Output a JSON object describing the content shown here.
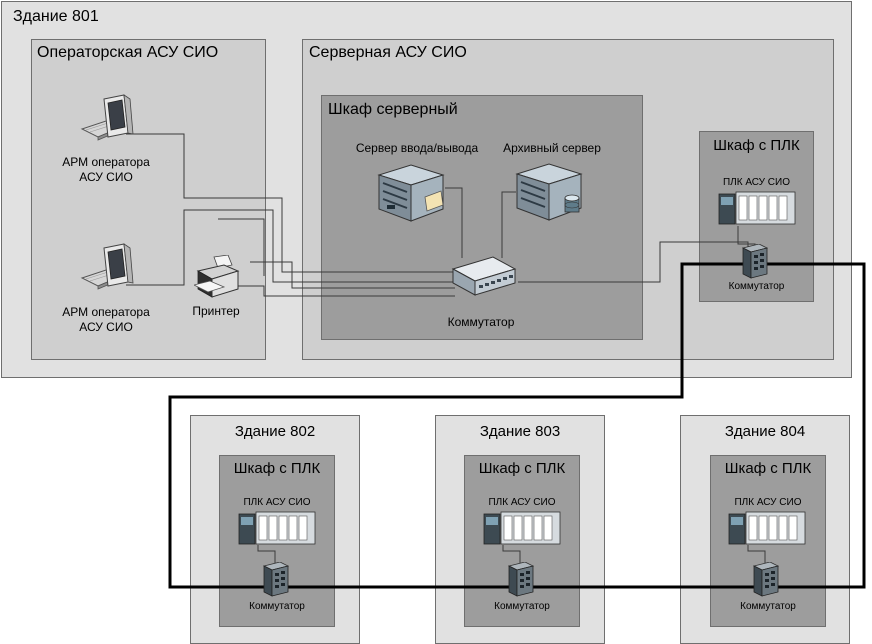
{
  "building_801": {
    "title": "Здание 801",
    "operator_room": {
      "title": "Операторская АСУ СИО",
      "workstation_1": [
        "АРМ оператора",
        "АСУ СИО"
      ],
      "workstation_2": [
        "АРМ оператора",
        "АСУ СИО"
      ],
      "printer": "Принтер"
    },
    "server_room": {
      "title": "Серверная АСУ СИО",
      "server_cabinet": {
        "title": "Шкаф серверный",
        "io_server": "Сервер ввода/вывода",
        "archive_server": "Архивный сервер",
        "switch": "Коммутатор"
      },
      "plc_cabinet": {
        "title": "Шкаф с ПЛК",
        "plc": "ПЛК АСУ СИО",
        "switch": "Коммутатор"
      }
    }
  },
  "remote_buildings": [
    {
      "title": "Здание 802",
      "cabinet": "Шкаф с ПЛК",
      "plc": "ПЛК АСУ СИО",
      "switch": "Коммутатор"
    },
    {
      "title": "Здание 803",
      "cabinet": "Шкаф с ПЛК",
      "plc": "ПЛК АСУ СИО",
      "switch": "Коммутатор"
    },
    {
      "title": "Здание 804",
      "cabinet": "Шкаф с ПЛК",
      "plc": "ПЛК АСУ СИО",
      "switch": "Коммутатор"
    }
  ]
}
